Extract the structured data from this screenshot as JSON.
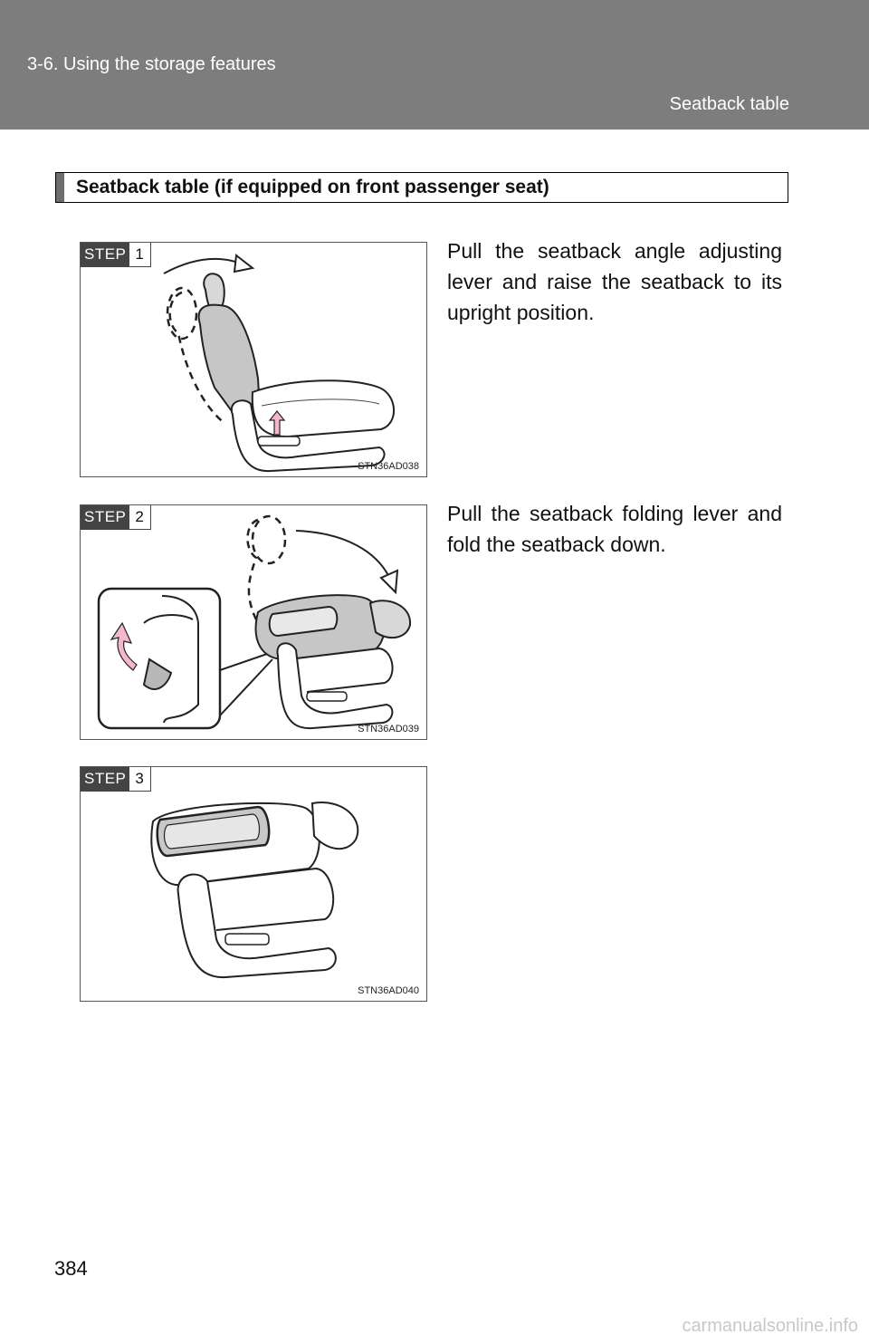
{
  "header": {
    "section": "3-6. Using the storage features",
    "subsection": "Seatback table"
  },
  "title": "Seatback table (if equipped on front passenger seat)",
  "steps": [
    {
      "label": "STEP",
      "number": "1",
      "text": "Pull the seatback angle adjusting lever and raise the seatback to its upright position.",
      "figure_code": "STN36AD038"
    },
    {
      "label": "STEP",
      "number": "2",
      "text": "Pull the seatback folding lever and fold the seatback down.",
      "figure_code": "STN36AD039"
    },
    {
      "label": "STEP",
      "number": "3",
      "text": "",
      "figure_code": "STN36AD040"
    }
  ],
  "arrow_color": "#f5b7cf",
  "page_number": "384",
  "watermark": "carmanualsonline.info"
}
